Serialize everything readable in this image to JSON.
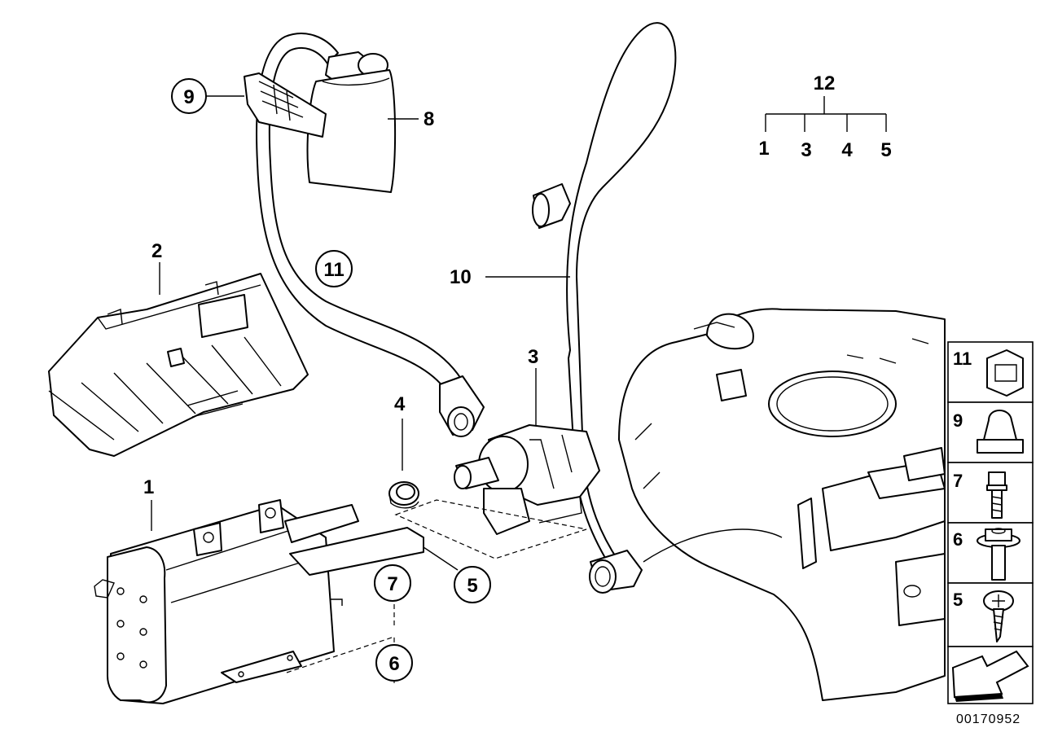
{
  "callouts": {
    "c1": "1",
    "c2": "2",
    "c3": "3",
    "c4": "4",
    "c5": "5",
    "c6": "6",
    "c7": "7",
    "c8": "8",
    "c9": "9",
    "c10": "10",
    "c11": "11"
  },
  "assembly": {
    "parent": "12",
    "children": [
      "1",
      "3",
      "4",
      "5"
    ]
  },
  "legend": {
    "items": [
      "11",
      "9",
      "7",
      "6",
      "5"
    ]
  },
  "diagram_code": "00170952"
}
